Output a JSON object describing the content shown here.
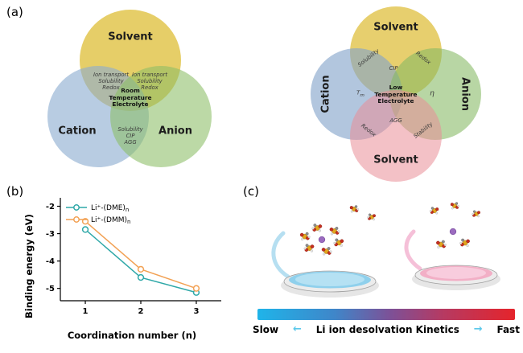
{
  "panels": {
    "a": "(a)",
    "b": "(b)",
    "c": "(c)"
  },
  "colors": {
    "venn_left_solvent": "rgba(222,189,54,0.75)",
    "venn_left_cation": "rgba(141,172,208,0.62)",
    "venn_left_anion": "rgba(139,189,102,0.58)",
    "venn_right_solvent_top": "rgba(222,189,54,0.72)",
    "venn_right_cation": "rgba(130,163,202,0.62)",
    "venn_right_anion": "rgba(132,185,98,0.58)",
    "venn_right_solvent_bottom": "rgba(233,142,152,0.55)",
    "dish_left_liquid": "#8fd0ec",
    "dish_right_liquid": "#f2afc6",
    "arrow_accent": "#5bc8ea"
  },
  "venn_left": {
    "solvent": "Solvent",
    "cation": "Cation",
    "anion": "Anion",
    "center_lines": [
      "Room",
      "Temperature",
      "Electrolyte"
    ],
    "left_overlap": [
      "Ion transport",
      "Solubility",
      "Redox"
    ],
    "right_overlap": [
      "Ion transport",
      "Solubility",
      "Redox"
    ],
    "bottom_overlap": [
      "Solubility",
      "CIP",
      "AGG"
    ]
  },
  "venn_right": {
    "solvent_top": "Solvent",
    "solvent_bottom": "Solvent",
    "cation": "Cation",
    "anion": "Anion",
    "center_lines": [
      "Low",
      "Temperature",
      "Electrolyte"
    ],
    "solubility": "Solubility",
    "cip": "CIP",
    "redox_top": "Redox",
    "t_base": "T",
    "t_sub": "m",
    "eta": "η",
    "redox_bottom": "Redox",
    "agg": "AGG",
    "stability": "Stability"
  },
  "chart_data": {
    "type": "line",
    "x": [
      1,
      2,
      3
    ],
    "series": [
      {
        "name": "Li⁺-(DME)",
        "name_sub": "n",
        "color": "#2fa8a8",
        "values": [
          -2.85,
          -4.6,
          -5.15
        ]
      },
      {
        "name": "Li⁺-(DMM)",
        "name_sub": "n",
        "color": "#f2a154",
        "values": [
          -2.55,
          -4.3,
          -5.0
        ]
      }
    ],
    "xlabel": "Coordination number (n)",
    "ylabel": "Binding energy (eV)",
    "xlim": [
      0.55,
      3.45
    ],
    "ylim": [
      -5.45,
      -1.75
    ],
    "xticks": [
      1,
      2,
      3
    ],
    "yticks": [
      -2,
      -3,
      -4,
      -5
    ],
    "legend_position": "top-left",
    "marker": "open-circle",
    "grid": false
  },
  "panel_c": {
    "slow": "Slow",
    "fast": "Fast",
    "center_label": "Li ion desolvation Kinetics",
    "arrow_left": "←",
    "arrow_right": "→",
    "gradient_stops": [
      "#1fb4e9 0%",
      "#3f86c9 30%",
      "#7e5096 52%",
      "#b63a62 72%",
      "#e5242b 100%"
    ]
  }
}
